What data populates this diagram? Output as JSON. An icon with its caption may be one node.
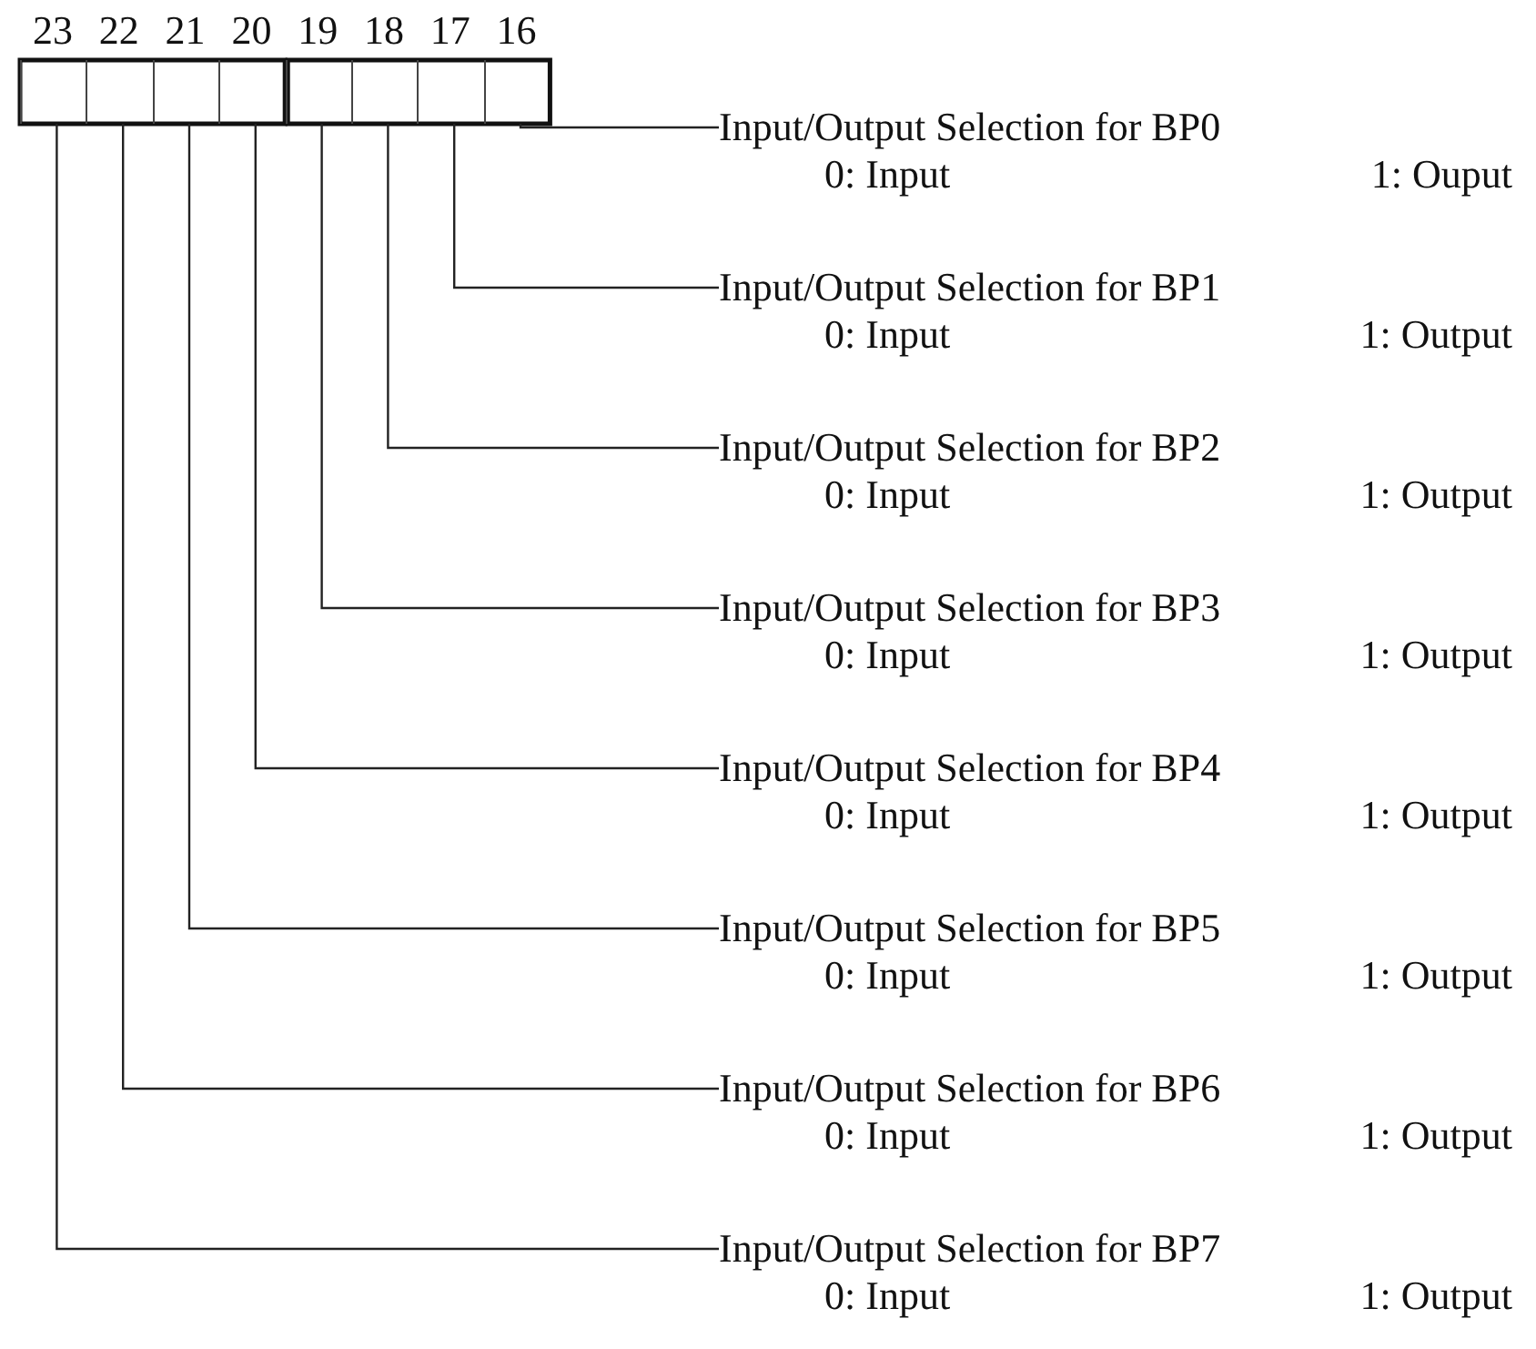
{
  "diagram": {
    "nodes": [
      {
        "text": [],
        "shape": "box"
      },
      {
        "text": [],
        "shape": "box"
      },
      {
        "text": [],
        "shape": "box"
      },
      {
        "text": [],
        "shape": "box"
      },
      {
        "text": [],
        "shape": "box"
      },
      {
        "text": [],
        "shape": "box"
      },
      {
        "text": [],
        "shape": "box"
      },
      {
        "text": [],
        "shape": "box"
      },
      {
        "text": [
          "Input/Output Selection for BP0",
          "0: Input",
          "1: Ouput"
        ]
      },
      {
        "text": [
          "Input/Output Selection for BP1",
          "0: Input",
          "1: Output"
        ]
      },
      {
        "text": [
          "Input/Output Selection for BP2",
          "0: Input",
          "1: Output"
        ]
      },
      {
        "text": [
          "Input/Output Selection for BP3",
          "0: Input",
          "1: Output"
        ]
      },
      {
        "text": [
          "Input/Output Selection for BP4",
          "0: Input",
          "1: Output"
        ]
      },
      {
        "text": [
          "Input/Output Selection for BP5",
          "0: Input",
          "1: Output"
        ]
      },
      {
        "text": [
          "Input/Output Selection for BP6",
          "0: Input",
          "1: Output"
        ]
      },
      {
        "text": [
          "Input/Output Selection for BP7",
          "0: Input",
          "1: Output"
        ]
      }
    ],
    "edges": [
      {
        "from": 7,
        "to": 8,
        "arrow": "none"
      },
      {
        "from": 6,
        "to": 9,
        "arrow": "none"
      },
      {
        "from": 5,
        "to": 10,
        "arrow": "none"
      },
      {
        "from": 4,
        "to": 11,
        "arrow": "none"
      },
      {
        "from": 3,
        "to": 12,
        "arrow": "none"
      },
      {
        "from": 2,
        "to": 13,
        "arrow": "none"
      },
      {
        "from": 1,
        "to": 14,
        "arrow": "none"
      },
      {
        "from": 0,
        "to": 15,
        "arrow": "none"
      }
    ],
    "labels": [
      "23",
      "22",
      "21",
      "20",
      "19",
      "18",
      "17",
      "16"
    ]
  }
}
